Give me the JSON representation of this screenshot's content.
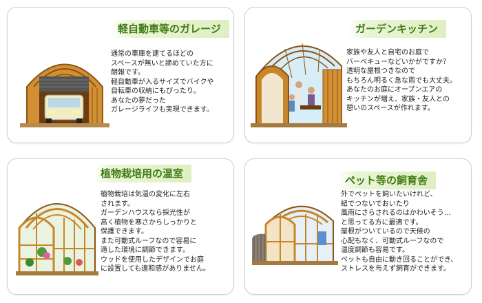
{
  "cards": [
    {
      "title": "軽自動車等のガレージ",
      "description": "通常の車庫を建てるほどの\nスペースが無いと諦めていた方に\n朗報です。\n軽自動車が入るサイズでバイクや\n自転車の収納にもぴったり。\nあなたの夢だった\nガレージライフも実現できます。"
    },
    {
      "title": "ガーデンキッチン",
      "description": "家族や友人と自宅のお庭で\nバーベキューなどいかがですか？\n透明な屋根つきなので\nもちろん明るく急な雨でも大丈夫。\nあなたのお庭にオープンエアの\nキッチンが増え、家族・友人との\n憩いのスペースが作れます。"
    },
    {
      "title": "植物栽培用の温室",
      "description": "植物栽培は気温の変化に左右\nされます。\nガーデンハウスなら採光性が\n高く植物を寒さからしっかりと\n保護できます。\nまた可動式ルーフなので容易に\n適した環境に調節できます。\nウッドを使用したデザインでお庭\nに設置しても違和感がありません。"
    },
    {
      "title": "ペット等の飼育舎",
      "description": "外でペットを飼いたいけれど、\n紐でつないでおいたり\n風雨にさらされるのはかわいそう…\nと思ってる方に最適です。\n屋根がついているので天候の\n心配もなく、可動式ルーフなので\n温度調節も容易です。\nペットも自由に動き回ることができ、\nストレスを与えず飼育ができます。"
    }
  ],
  "colors": {
    "title_text": "#3c7a12",
    "title_bg": "#dfefc2",
    "wood": "#c8862a",
    "wood_dark": "#8a5414",
    "glass": "#a9d3ee"
  },
  "icons": [
    "garage-illustration",
    "kitchen-illustration",
    "greenhouse-illustration",
    "pet-house-illustration"
  ]
}
